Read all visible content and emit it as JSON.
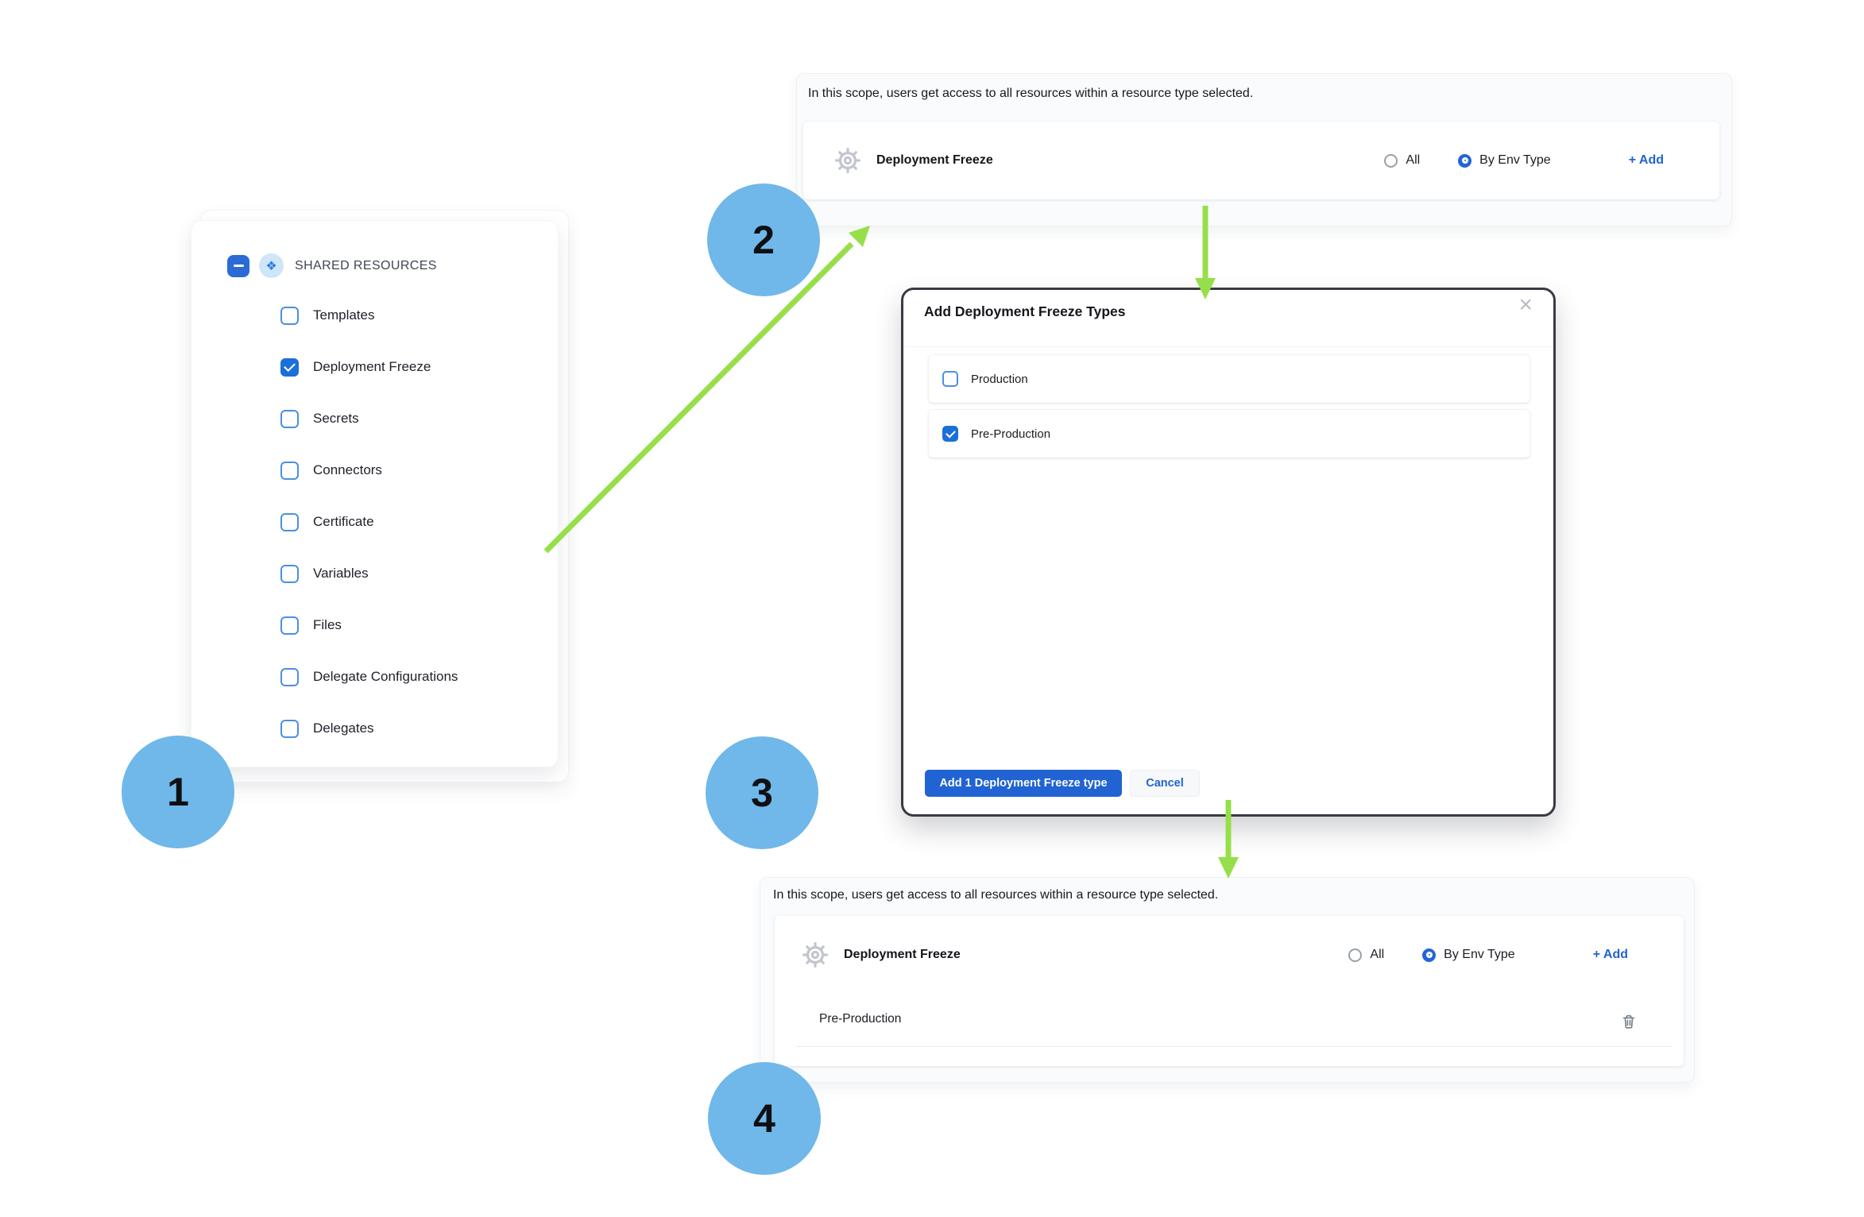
{
  "colors": {
    "accent_blue": "#2163d2",
    "checkbox_blue": "#1b6fd9",
    "step_circle_blue": "#6fb8e9",
    "arrow_green": "#97df4a",
    "modal_border": "#3a3a44"
  },
  "icons": {
    "resources_glyph": "❖",
    "close_glyph": "×",
    "collapse_glyph": "−",
    "gear_icon": "gear",
    "trash_icon": "trash"
  },
  "steps": [
    "1",
    "2",
    "3",
    "4"
  ],
  "shared_panel": {
    "title": "SHARED RESOURCES",
    "items": [
      {
        "label": "Templates",
        "checked": false
      },
      {
        "label": "Deployment Freeze",
        "checked": true
      },
      {
        "label": "Secrets",
        "checked": false
      },
      {
        "label": "Connectors",
        "checked": false
      },
      {
        "label": "Certificate",
        "checked": false
      },
      {
        "label": "Variables",
        "checked": false
      },
      {
        "label": "Files",
        "checked": false
      },
      {
        "label": "Delegate Configurations",
        "checked": false
      },
      {
        "label": "Delegates",
        "checked": false
      }
    ]
  },
  "scope_panel_top": {
    "description": "In this scope, users get access to all resources within a resource type selected.",
    "resource_label": "Deployment Freeze",
    "options": [
      {
        "label": "All",
        "selected": false
      },
      {
        "label": "By Env Type",
        "selected": true
      }
    ],
    "add_label": "+ Add"
  },
  "modal": {
    "title": "Add Deployment Freeze Types",
    "options": [
      {
        "label": "Production",
        "checked": false
      },
      {
        "label": "Pre-Production",
        "checked": true
      }
    ],
    "primary_button": "Add 1 Deployment Freeze type",
    "cancel_button": "Cancel"
  },
  "scope_panel_bottom": {
    "description": "In this scope, users get access to all resources within a resource type selected.",
    "resource_label": "Deployment Freeze",
    "options": [
      {
        "label": "All",
        "selected": false
      },
      {
        "label": "By Env Type",
        "selected": true
      }
    ],
    "add_label": "+ Add",
    "selected_types": [
      {
        "label": "Pre-Production"
      }
    ]
  }
}
